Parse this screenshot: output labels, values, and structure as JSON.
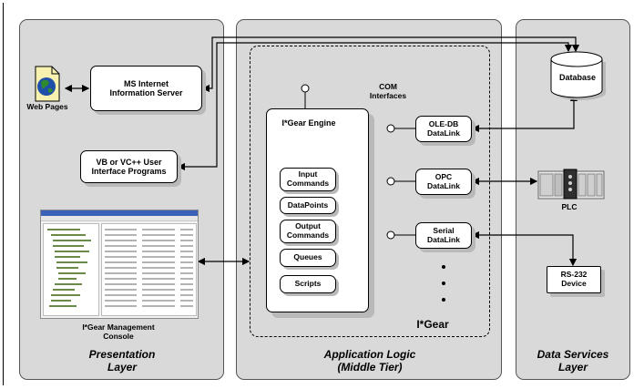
{
  "layers": {
    "presentation": "Presentation\nLayer",
    "application": "Application Logic\n(Middle Tier)",
    "data_services": "Data Services\nLayer"
  },
  "presentation": {
    "iis": "MS Internet\nInformation Server",
    "web_pages": "Web Pages",
    "vb_programs": "VB or VC++ User\nInterface Programs",
    "console": "I*Gear Management\nConsole"
  },
  "application": {
    "com_interfaces": "COM\nInterfaces",
    "engine_title": "I*Gear Engine",
    "engine_items": [
      "Input\nCommands",
      "DataPoints",
      "Output\nCommands",
      "Queues",
      "Scripts"
    ],
    "datalinks": [
      "OLE-DB\nDataLink",
      "OPC\nDataLink",
      "Serial\nDataLink"
    ],
    "brand": "I*Gear"
  },
  "data_services": {
    "database": "Database",
    "plc": "PLC",
    "rs232": "RS-232\nDevice"
  },
  "colors": {
    "panel_bg": "#d9d9d9",
    "shadow": "#b9b9b9",
    "globe_blue": "#1f4fa8",
    "globe_green": "#2f8a2f"
  },
  "icons": [
    "web-page-icon",
    "globe-icon",
    "database-cylinder-icon",
    "plc-device-icon",
    "console-screenshot-icon"
  ]
}
